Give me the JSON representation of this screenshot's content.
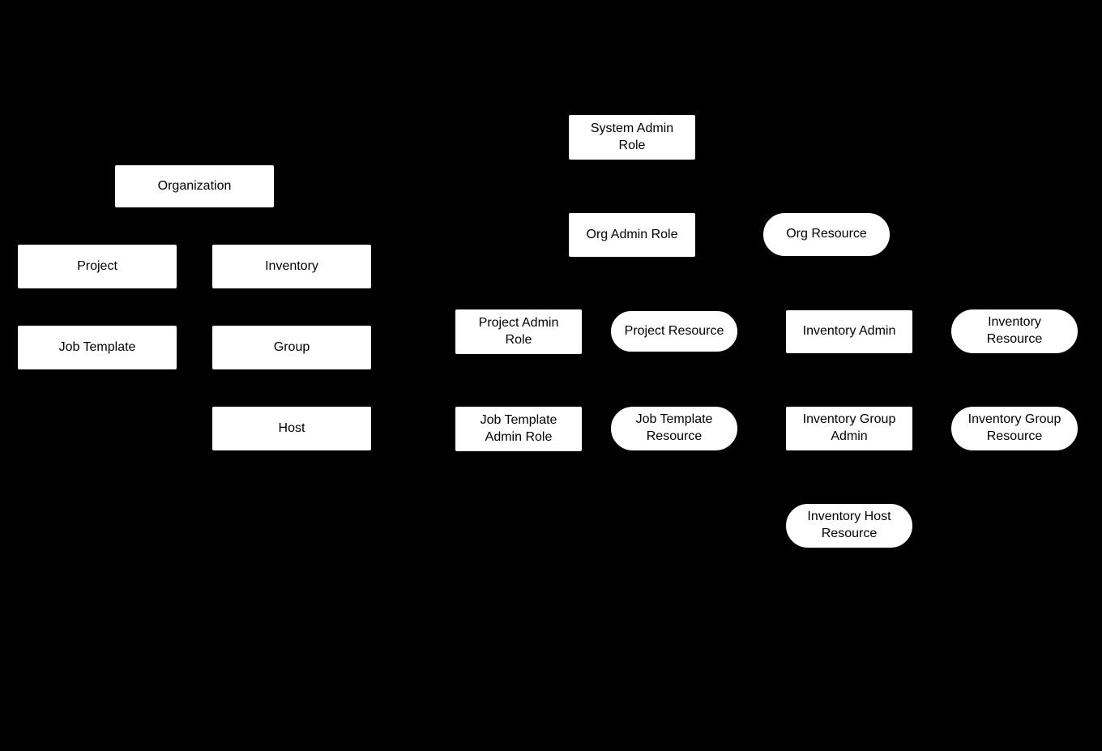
{
  "diagram": {
    "background_color": "#000000",
    "node_fill_color": "#ffffff",
    "node_text_color": "#000000"
  },
  "nodes": {
    "organization": {
      "label": "Organization",
      "shape": "rectangle"
    },
    "project": {
      "label": "Project",
      "shape": "rectangle"
    },
    "inventory": {
      "label": "Inventory",
      "shape": "rectangle"
    },
    "job_template": {
      "label": "Job Template",
      "shape": "rectangle"
    },
    "group": {
      "label": "Group",
      "shape": "rectangle"
    },
    "host": {
      "label": "Host",
      "shape": "rectangle"
    },
    "system_admin_role": {
      "label": "System Admin\nRole",
      "shape": "rectangle"
    },
    "org_admin_role": {
      "label": "Org Admin Role",
      "shape": "rectangle"
    },
    "org_resource": {
      "label": "Org Resource",
      "shape": "rounded"
    },
    "project_admin_role": {
      "label": "Project Admin\nRole",
      "shape": "rectangle"
    },
    "project_resource": {
      "label": "Project Resource",
      "shape": "rounded"
    },
    "inventory_admin": {
      "label": "Inventory Admin",
      "shape": "rectangle"
    },
    "inventory_resource": {
      "label": "Inventory\nResource",
      "shape": "rounded"
    },
    "job_template_admin_role": {
      "label": "Job Template\nAdmin Role",
      "shape": "rectangle"
    },
    "job_template_resource": {
      "label": "Job Template\nResource",
      "shape": "rounded"
    },
    "inventory_group_admin": {
      "label": "Inventory Group\nAdmin",
      "shape": "rectangle"
    },
    "inventory_group_resource": {
      "label": "Inventory Group\nResource",
      "shape": "rounded"
    },
    "inventory_host_resource": {
      "label": "Inventory Host\nResource",
      "shape": "rounded"
    }
  }
}
